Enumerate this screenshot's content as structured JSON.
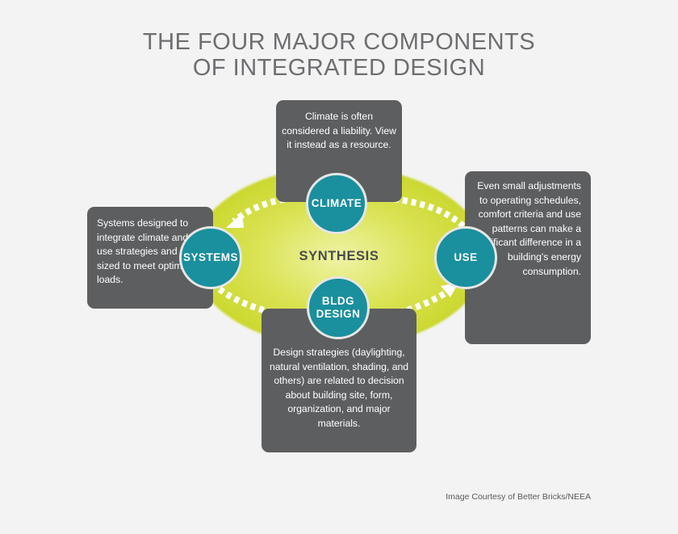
{
  "title": {
    "line1": "THE FOUR MAJOR COMPONENTS",
    "line2": "OF INTEGRATED DESIGN"
  },
  "center_label": "SYNTHESIS",
  "nodes": {
    "climate": {
      "label": "CLIMATE",
      "description": "Climate is often considered a liability. View it instead as a resource."
    },
    "use": {
      "label": "USE",
      "description": "Even small adjustments to operating schedules, comfort criteria and use patterns can make a significant difference in a building's energy consumption."
    },
    "systems": {
      "label": "SYSTEMS",
      "description": "Systems designed to integrate climate and use strategies and are sized to meet optimized loads."
    },
    "bldg_design": {
      "label_line1": "BLDG",
      "label_line2": "DESIGN",
      "description": "Design strategies (daylighting, natural ventilation, shading, and others) are related to decision about building site, form, organization, and major materials."
    }
  },
  "credit": "Image Courtesy of Better Bricks/NEEA",
  "colors": {
    "background": "#f3f3f3",
    "ellipse": "#d4df3a",
    "circle": "#1a8f9d",
    "box": "#5d5e60",
    "title": "#6d6e71"
  }
}
